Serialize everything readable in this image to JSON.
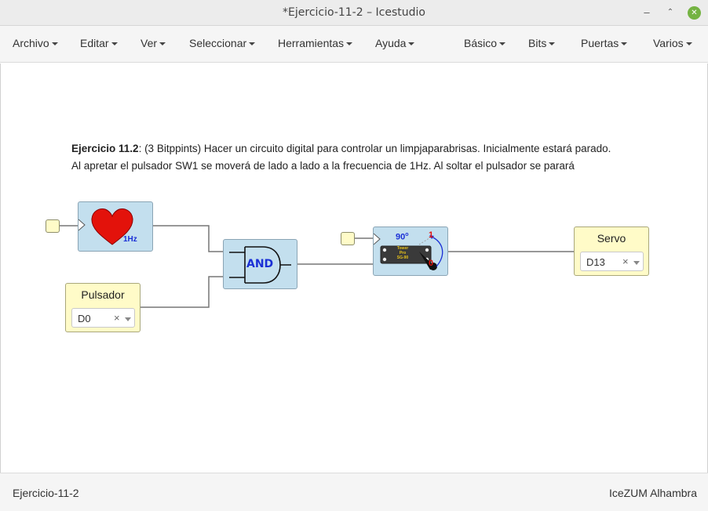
{
  "window": {
    "title": "*Ejercicio-11-2 – Icestudio",
    "min": "‒",
    "max": "⌃",
    "close": "✕"
  },
  "menu": {
    "left": [
      "Archivo",
      "Editar",
      "Ver",
      "Seleccionar",
      "Herramientas",
      "Ayuda"
    ],
    "right": [
      "Básico",
      "Bits",
      "Puertas",
      "Varios"
    ]
  },
  "statement": {
    "title": "Ejercicio 11.2",
    "line1": ": (3 Bitppints) Hacer un circuito digital para controlar un limpjaparabrisas. Inicialmente estará parado.",
    "line2": "Al apretar el pulsador SW1 se moverá de lado a lado a la frecuencia de 1Hz. Al soltar el pulsador se parará"
  },
  "blocks": {
    "heart": {
      "label": "1Hz",
      "color": "#e3120b"
    },
    "and_gate": {
      "label": "AND",
      "color": "#1a2fd6"
    },
    "servo": {
      "angle": "90",
      "one": "1",
      "zero": "0",
      "chip_line1": "Tower",
      "chip_line2": "Pro",
      "chip_line3": "SG-90"
    },
    "pulsador": {
      "label": "Pulsador",
      "value": "D0",
      "clear": "×"
    },
    "servo_out": {
      "label": "Servo",
      "value": "D13",
      "clear": "×"
    }
  },
  "status": {
    "left": "Ejercicio-11-2",
    "right": "IceZUM Alhambra"
  },
  "colors": {
    "accent_close": "#74b342",
    "block_fill": "#c3dfee",
    "io_fill": "#fffbc8"
  }
}
